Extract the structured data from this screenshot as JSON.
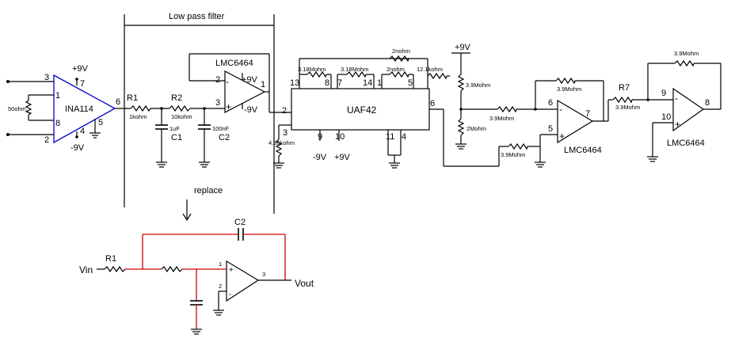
{
  "filter_label": "Low pass filter",
  "replace_label": "replace",
  "ina": {
    "name": "INA114",
    "pin3": "3",
    "pin1": "1",
    "pin8": "8",
    "pin2": "2",
    "pin7": "7",
    "pin4": "4",
    "pin5": "5",
    "pin6": "6",
    "vplus": "+9V",
    "vminus": "-9V",
    "rg": "50ohm"
  },
  "r1": {
    "name": "R1",
    "value": "1kohm"
  },
  "r2": {
    "name": "R2",
    "value": "10kohm"
  },
  "c1": {
    "name": "C1",
    "value": "1uF"
  },
  "c2": {
    "name": "C2",
    "value": "100nF"
  },
  "opamp1": {
    "name": "LMC6464",
    "pin2": "2",
    "pin3": "3",
    "pin1": "1",
    "vplus": "+9V",
    "vminus": "-9V"
  },
  "uaf": {
    "name": "UAF42",
    "pin2": "2",
    "pin3": "3",
    "pin13": "13",
    "pin8": "8",
    "pin7": "7",
    "pin14": "14",
    "pin1": "1",
    "pin5": "5",
    "pin6": "6",
    "pin9": "9",
    "pin10": "10",
    "pin11": "11",
    "pin4": "4",
    "vminus": "-9V",
    "vplus": "+9V",
    "r_13_8": "3.18Mohm",
    "r_7_14": "3.18Mohm",
    "r_1_5": "2nohm",
    "r_top": "2nohm",
    "r_out": "12.1kohm",
    "r_pin3": "4.99kohm"
  },
  "divider": {
    "vplus": "+9V",
    "r_top": "3.9Mohm",
    "r_bottom": "2Mohm"
  },
  "opamp2": {
    "name": "LMC6464",
    "pin6": "6",
    "pin5": "5",
    "pin7": "7",
    "r_in1": "3.9Mohm",
    "r_in2": "3.9Mohm",
    "r_fb": "3.9Mohm"
  },
  "r7": {
    "name": "R7",
    "value": "3.9Mohm"
  },
  "opamp3": {
    "name": "LMC6464",
    "pin9": "9",
    "pin10": "10",
    "pin8": "8",
    "r_fb": "3.9Mohm"
  },
  "replacement": {
    "c2": "C2",
    "r1": "R1",
    "vin": "Vin",
    "vout": "Vout",
    "pin1": "1",
    "pin2": "2",
    "pin3": "3"
  }
}
